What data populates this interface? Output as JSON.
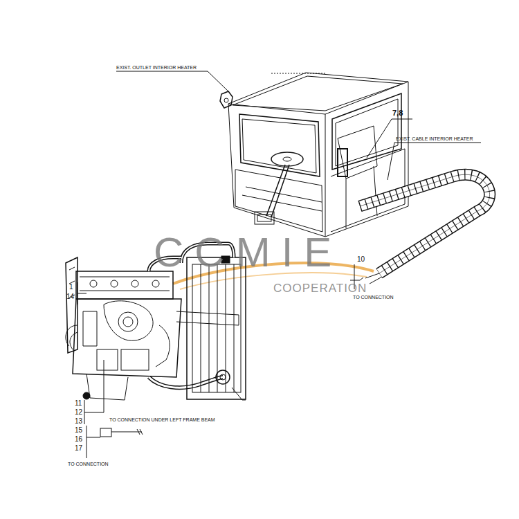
{
  "diagram": {
    "labels": [
      "EXIST. OUTLET INTERIOR HEATER",
      "7,8",
      "EXIST. CABLE INTERIOR HEATER",
      "10",
      "TO CONNECTION",
      "1",
      "14",
      "11",
      "12",
      "13",
      "TO CONNECTION UNDER LEFT FRAME BEAM",
      "15",
      "16",
      "17",
      "TO CONNECTION",
      "CCMIE",
      "COOPERATION"
    ]
  }
}
